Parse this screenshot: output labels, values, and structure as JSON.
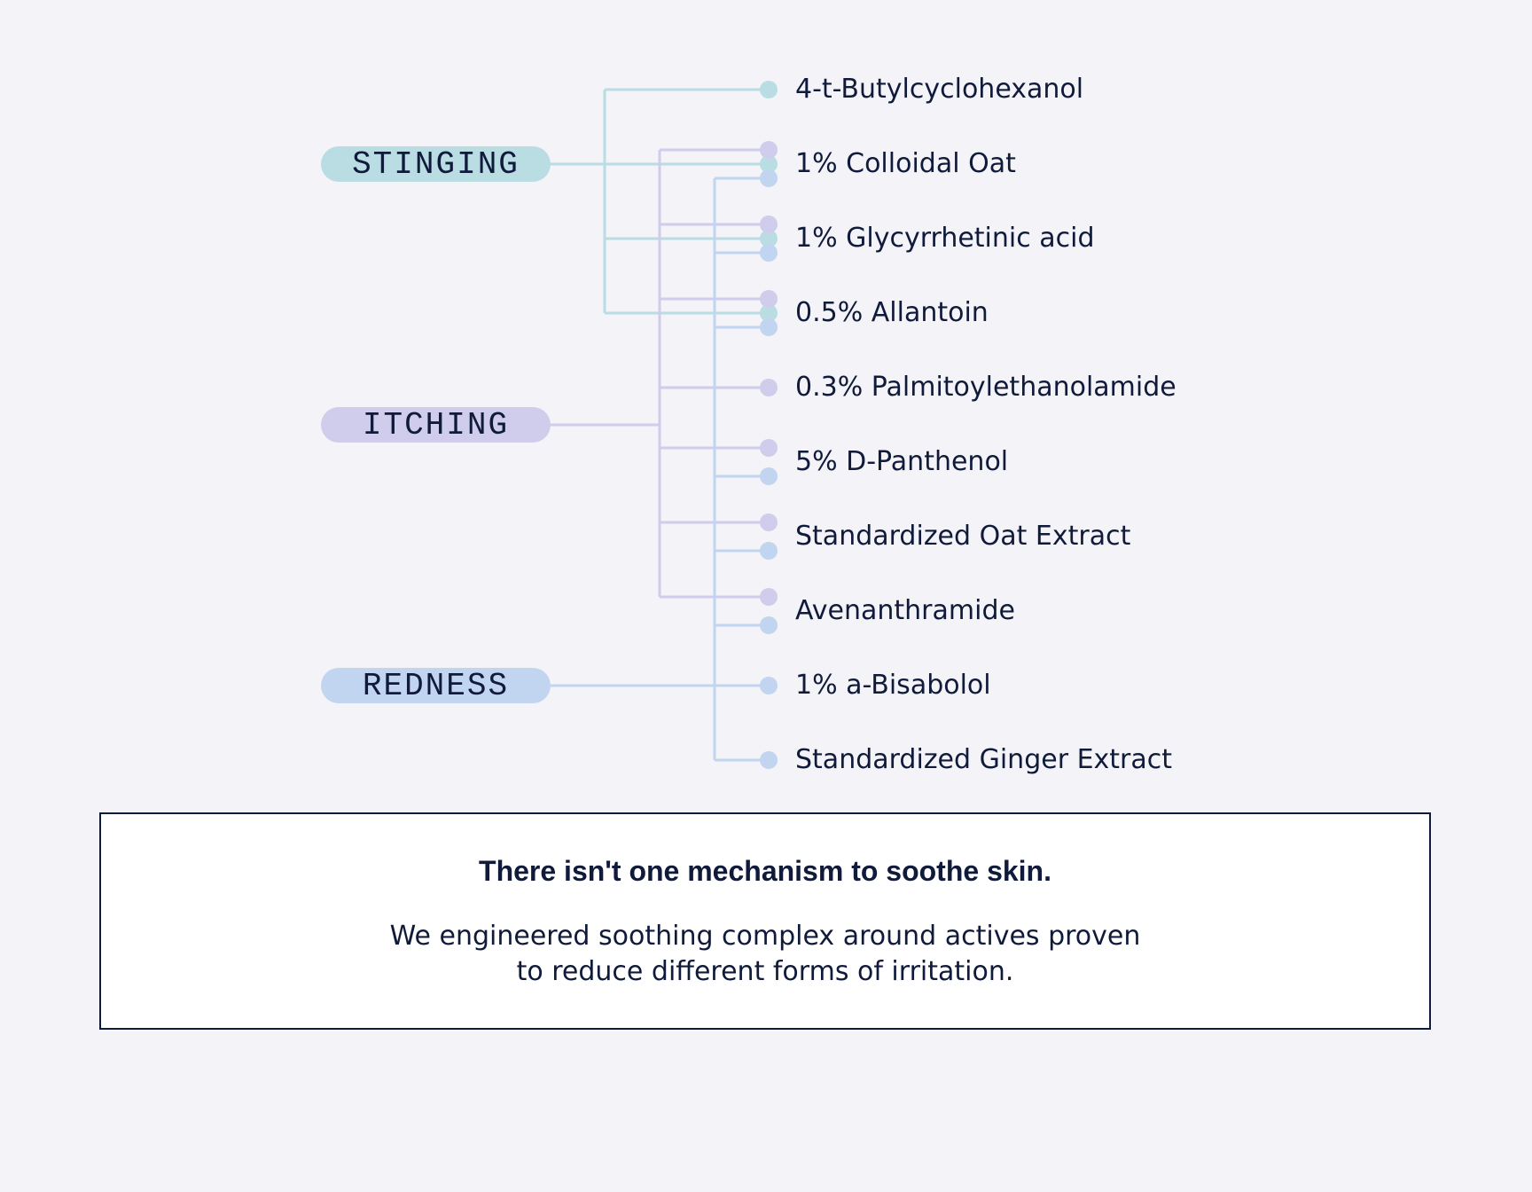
{
  "categories": [
    {
      "id": "stinging",
      "label": "STINGING",
      "color": "#b9dde3"
    },
    {
      "id": "itching",
      "label": "ITCHING",
      "color": "#cfcdeb"
    },
    {
      "id": "redness",
      "label": "REDNESS",
      "color": "#c2d5f0"
    }
  ],
  "ingredients": [
    {
      "label": "4-t-Butylcyclohexanol",
      "categories": [
        "stinging"
      ]
    },
    {
      "label": "1% Colloidal Oat",
      "categories": [
        "itching",
        "stinging",
        "redness"
      ]
    },
    {
      "label": "1% Glycyrrhetinic acid",
      "categories": [
        "itching",
        "stinging",
        "redness"
      ]
    },
    {
      "label": "0.5% Allantoin",
      "categories": [
        "itching",
        "stinging",
        "redness"
      ]
    },
    {
      "label": "0.3% Palmitoylethanolamide",
      "categories": [
        "itching"
      ]
    },
    {
      "label": "5% D-Panthenol",
      "categories": [
        "itching",
        "redness"
      ]
    },
    {
      "label": "Standardized Oat Extract",
      "categories": [
        "itching",
        "redness"
      ]
    },
    {
      "label": "Avenanthramide",
      "categories": [
        "itching",
        "redness"
      ]
    },
    {
      "label": "1% a-Bisabolol",
      "categories": [
        "redness"
      ]
    },
    {
      "label": "Standardized Ginger Extract",
      "categories": [
        "redness"
      ]
    }
  ],
  "callout": {
    "title": "There isn't one mechanism to soothe skin.",
    "line1": "We engineered soothing complex around actives proven",
    "line2": "to reduce different forms of irritation."
  }
}
